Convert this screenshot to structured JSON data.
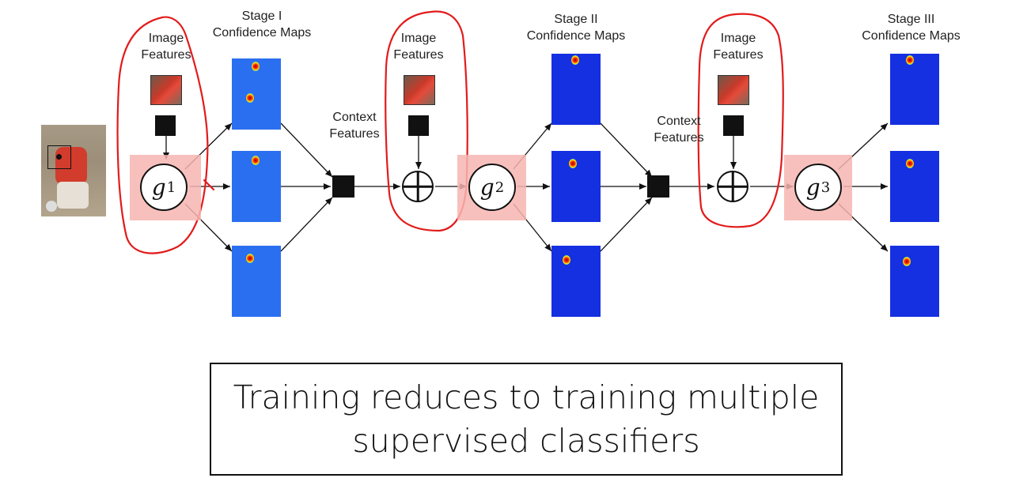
{
  "labels": {
    "image_features_1": [
      "Image",
      "Features"
    ],
    "image_features_2": [
      "Image",
      "Features"
    ],
    "image_features_3": [
      "Image",
      "Features"
    ],
    "context_features_1": [
      "Context",
      "Features"
    ],
    "context_features_2": [
      "Context",
      "Features"
    ],
    "stage1_title": [
      "Stage I",
      "Confidence Maps"
    ],
    "stage2_title": [
      "Stage II",
      "Confidence Maps"
    ],
    "stage3_title": [
      "Stage III",
      "Confidence Maps"
    ]
  },
  "nodes": {
    "g1": {
      "base": "g",
      "sub": "1"
    },
    "g2": {
      "base": "g",
      "sub": "2"
    },
    "g3": {
      "base": "g",
      "sub": "3"
    }
  },
  "caption": {
    "line1": "Training reduces to training multiple",
    "line2": "supervised classifiers"
  },
  "colors": {
    "annotation": "#e21b1b",
    "classifier_box": "#f7b5b0",
    "heatmap_low": "#1530e0"
  }
}
